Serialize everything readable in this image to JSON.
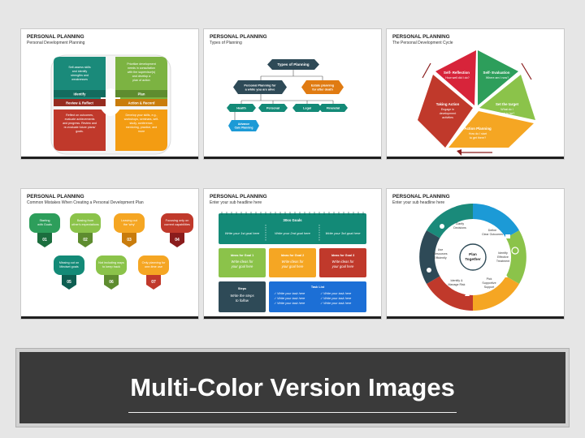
{
  "slides": [
    {
      "title": "PERSONAL PLANNING",
      "subtitle": "Personal Development Planning",
      "tl_text": [
        "Self-assess skills",
        "and identify",
        "strengths and",
        "weaknesses"
      ],
      "tr_text": [
        "Prioritize development",
        "needs in consultation",
        "with the supervisor(s)",
        "and develop a",
        "plan of action"
      ],
      "bl_text": [
        "Reflect on outcomes,",
        "evaluate achievements",
        "and progress. Review and",
        "re-evaluate future plans/",
        "goals."
      ],
      "br_text": [
        "Develop your skills, e.g.,",
        "workshops, seminars, self-",
        "study, conference,",
        "mentoring, practice, and",
        "more"
      ],
      "label_identify": "Identify",
      "label_plan": "Plan",
      "label_review": "Review & Reflect",
      "label_action": "Action & Record",
      "colors": {
        "teal": "#1a8a7a",
        "green": "#7cb342",
        "red": "#c0392b",
        "orange": "#f39c12"
      }
    },
    {
      "title": "PERSONAL PLANNING",
      "subtitle": "Types of Planning",
      "root": "Types of Planning",
      "left": [
        "Personal Planning for",
        "a while you are alive"
      ],
      "right": [
        "Estate planning",
        "for after death"
      ],
      "children": [
        "Health",
        "Personal",
        "Legal",
        "Financial"
      ],
      "leaf": [
        "Advance",
        "Care Planning"
      ]
    },
    {
      "title": "PERSONAL PLANNING",
      "subtitle": "The Personal Development Cycle",
      "items": [
        {
          "title": "Self- Reflection",
          "desc": [
            "How well did I do?"
          ]
        },
        {
          "title": "Self- Evaluation",
          "desc": [
            "Where am I now?"
          ]
        },
        {
          "title": "Set the target",
          "desc": [
            "What do I",
            "want to be?"
          ]
        },
        {
          "title": "Action Planning",
          "desc": [
            "How do I start",
            "to get there?"
          ]
        },
        {
          "title": "Taking Action",
          "desc": [
            "Engage in",
            "development",
            "activities"
          ]
        }
      ]
    },
    {
      "title": "PERSONAL PLANNING",
      "subtitle": "Common Mistakes When Creating a Personal Development Plan",
      "items": [
        {
          "text": [
            "Starting",
            "with Goals"
          ],
          "num": "01"
        },
        {
          "text": [
            "Basing from",
            "other's expectations"
          ],
          "num": "02"
        },
        {
          "text": [
            "Leaving out",
            "the 'why'"
          ],
          "num": "03"
        },
        {
          "text": [
            "Focusing only on",
            "current capabilities"
          ],
          "num": "04"
        },
        {
          "text": [
            "Missing out on",
            "Mindset goals"
          ],
          "num": "05"
        },
        {
          "text": [
            "Not including ways",
            "to keep track"
          ],
          "num": "06"
        },
        {
          "text": [
            "Only planning for",
            "one-time use"
          ],
          "num": "07"
        }
      ]
    },
    {
      "title": "PERSONAL PLANNING",
      "subtitle": "Enter your sub headline here",
      "goals_title": "30ss Goals",
      "goal_text": [
        "Write your 1st goal here",
        "Write your 2nd goal here",
        "Write your 3rd goal here"
      ],
      "ideas": [
        {
          "title": "Ideas for Goal 1",
          "text": [
            "Write ideas for",
            "your goal here"
          ]
        },
        {
          "title": "Ideas for Goal 2",
          "text": [
            "Write ideas for",
            "your goal here"
          ]
        },
        {
          "title": "Ideas for Goal 3",
          "text": [
            "Write ideas for",
            "your goal here"
          ]
        }
      ],
      "steps_title": "Steps",
      "steps_text": [
        "Write the steps",
        "to follow"
      ],
      "tasks_title": "Task List",
      "task_text": "Write your task here"
    },
    {
      "title": "PERSONAL PLANNING",
      "subtitle": "Enter your sub headline here",
      "center": [
        "Plan",
        "Together"
      ],
      "items": [
        {
          "text": [
            "Clarify",
            "Decisions"
          ]
        },
        {
          "text": [
            "Define",
            "Clear Outcomes"
          ]
        },
        {
          "text": [
            "Identify",
            "Effective",
            "Treatment"
          ]
        },
        {
          "text": [
            "Pick",
            "Supportive",
            "Support"
          ]
        },
        {
          "text": [
            "Identify &",
            "Manage Risk"
          ]
        },
        {
          "text": [
            "Use",
            "Resources",
            "Efficiently"
          ]
        }
      ]
    }
  ],
  "banner": {
    "title": "Multi-Color Version Images"
  }
}
